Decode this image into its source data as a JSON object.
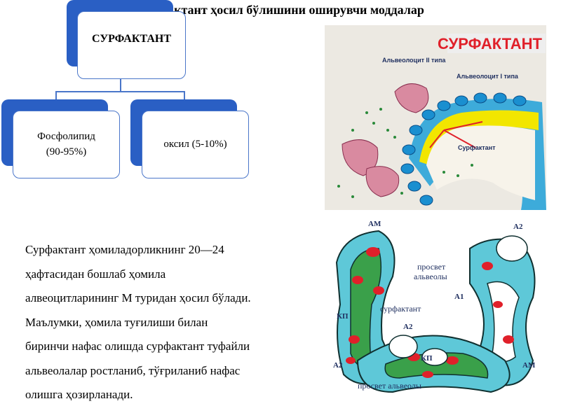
{
  "title": "Сурфактант ҳосил бўлишини оширувчи моддалар",
  "org_chart": {
    "root": "СУРФАКТАНТ",
    "children": [
      {
        "line1": "Фосфолипид",
        "line2": "(90-95%)"
      },
      {
        "line1": "оксил (5-10%)",
        "line2": ""
      }
    ]
  },
  "image_top": {
    "title": "СУРФАКТАНТ",
    "labels": [
      "Альвеолоцит II типа",
      "Альвеолоцит I типа",
      "Сурфактант"
    ]
  },
  "image_bottom": {
    "labels": [
      "АМ",
      "А2",
      "просвет",
      "альвеолы",
      "А1",
      "сурфактант",
      "КП",
      "А2",
      "КП",
      "АМ",
      "просвет альвеолы",
      "А2"
    ]
  },
  "paragraph": [
    "Сурфактант ҳомиладорликнинг 20—24",
    "ҳафтасидан бошлаб ҳомила",
    "алвеоцитларининг М туридан ҳосил бўлади.",
    "Маълумки, ҳомила туғилиши билан",
    "биринчи нафас олишда сурфактант туфайли",
    "альвеолалар ростланиб, тўғриланиб нафас",
    "олишга ҳозирланади."
  ],
  "colors": {
    "box_accent": "#2a5fc4",
    "title_red": "#e0202a",
    "cell_blue": "#1fa0d8",
    "membrane_yellow": "#f2e600",
    "green_tissue": "#3aa04a",
    "cyan_tissue": "#5ec8d8"
  }
}
